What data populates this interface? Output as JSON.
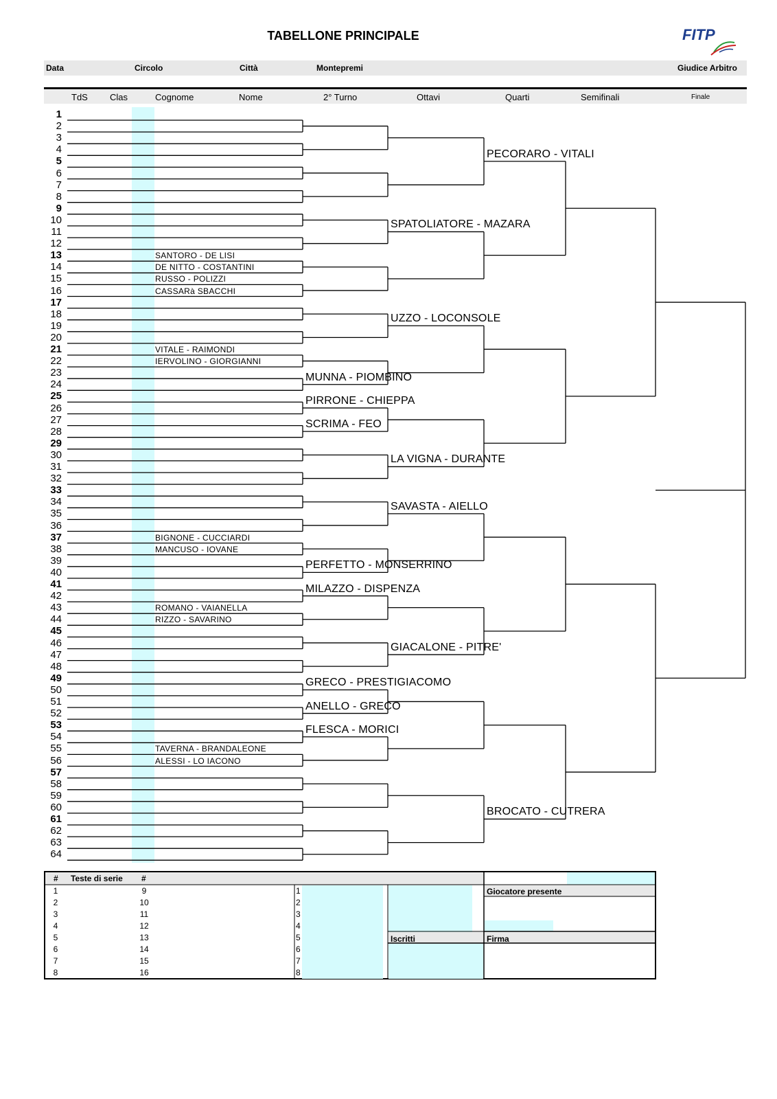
{
  "title": "TABELLONE PRINCIPALE",
  "logo_text": "FITP",
  "header": {
    "data": "Data",
    "circolo": "Circolo",
    "citta": "Città",
    "montepremi": "Montepremi",
    "giudice": "Giudice Arbitro"
  },
  "columns": {
    "tds": "TdS",
    "clas": "Clas",
    "cognome": "Cognome",
    "nome": "Nome",
    "secondo_turno": "2° Turno",
    "ottavi": "Ottavi",
    "quarti": "Quarti",
    "semifinali": "Semifinali",
    "finale": "Finale"
  },
  "rows": [
    "1",
    "2",
    "3",
    "4",
    "5",
    "6",
    "7",
    "8",
    "9",
    "10",
    "11",
    "12",
    "13",
    "14",
    "15",
    "16",
    "17",
    "18",
    "19",
    "20",
    "21",
    "22",
    "23",
    "24",
    "25",
    "26",
    "27",
    "28",
    "29",
    "30",
    "31",
    "32",
    "33",
    "34",
    "35",
    "36",
    "37",
    "38",
    "39",
    "40",
    "41",
    "42",
    "43",
    "44",
    "45",
    "46",
    "47",
    "48",
    "49",
    "50",
    "51",
    "52",
    "53",
    "54",
    "55",
    "56",
    "57",
    "58",
    "59",
    "60",
    "61",
    "62",
    "63",
    "64"
  ],
  "players": [
    {
      "row": 13,
      "name": "SANTORO - DE LISI"
    },
    {
      "row": 14,
      "name": "DE NITTO - COSTANTINI"
    },
    {
      "row": 15,
      "name": "RUSSO - POLIZZI"
    },
    {
      "row": 16,
      "name": "CASSARà SBACCHI"
    },
    {
      "row": 21,
      "name": "VITALE - RAIMONDI"
    },
    {
      "row": 22,
      "name": "IERVOLINO - GIORGIANNI"
    },
    {
      "row": 37,
      "name": "BIGNONE - CUCCIARDI"
    },
    {
      "row": 38,
      "name": "MANCUSO - IOVANE"
    },
    {
      "row": 43,
      "name": "ROMANO - VAIANELLA"
    },
    {
      "row": 44,
      "name": "RIZZO - SAVARINO"
    },
    {
      "row": 55,
      "name": "TAVERNA - BRANDALEONE"
    },
    {
      "row": 56,
      "name": "ALESSI - LO IACONO"
    }
  ],
  "round2_winners": [
    {
      "match": 12,
      "name": "MUNNA - PIOMBINO"
    },
    {
      "match": 13,
      "name": "PIRRONE - CHIEPPA"
    },
    {
      "match": 14,
      "name": "SCRIMA - FEO"
    },
    {
      "match": 20,
      "name": "PERFETTO - MONSERRINO"
    },
    {
      "match": 21,
      "name": "MILAZZO - DISPENZA"
    },
    {
      "match": 25,
      "name": "GRECO - PRESTIGIACOMO"
    },
    {
      "match": 26,
      "name": "ANELLO - GRECO"
    },
    {
      "match": 27,
      "name": "FLESCA - MORICI"
    }
  ],
  "ottavi_winners": [
    {
      "match": 3,
      "name": "SPATOLIATORE - MAZARA"
    },
    {
      "match": 5,
      "name": "UZZO - LOCONSOLE"
    },
    {
      "match": 8,
      "name": "LA VIGNA - DURANTE"
    },
    {
      "match": 9,
      "name": "SAVASTA - AIELLO"
    },
    {
      "match": 12,
      "name": "GIACALONE - PITRE'"
    }
  ],
  "quarti_winners": [
    {
      "match": 1,
      "name": "PECORARO - VITALI"
    },
    {
      "match": 8,
      "name": "BROCATO - CUTRERA"
    }
  ],
  "seed_table": {
    "h_num": "#",
    "h_teste": "Teste di serie",
    "h_num2": "#",
    "left_nums": [
      "1",
      "2",
      "3",
      "4",
      "5",
      "6",
      "7",
      "8"
    ],
    "right_nums": [
      "9",
      "10",
      "11",
      "12",
      "13",
      "14",
      "15",
      "16"
    ],
    "slot_nums": [
      "1",
      "2",
      "3",
      "4",
      "5",
      "6",
      "7",
      "8"
    ],
    "giocatore": "Giocatore presente",
    "iscritti": "Iscritti",
    "firma": "Firma"
  }
}
